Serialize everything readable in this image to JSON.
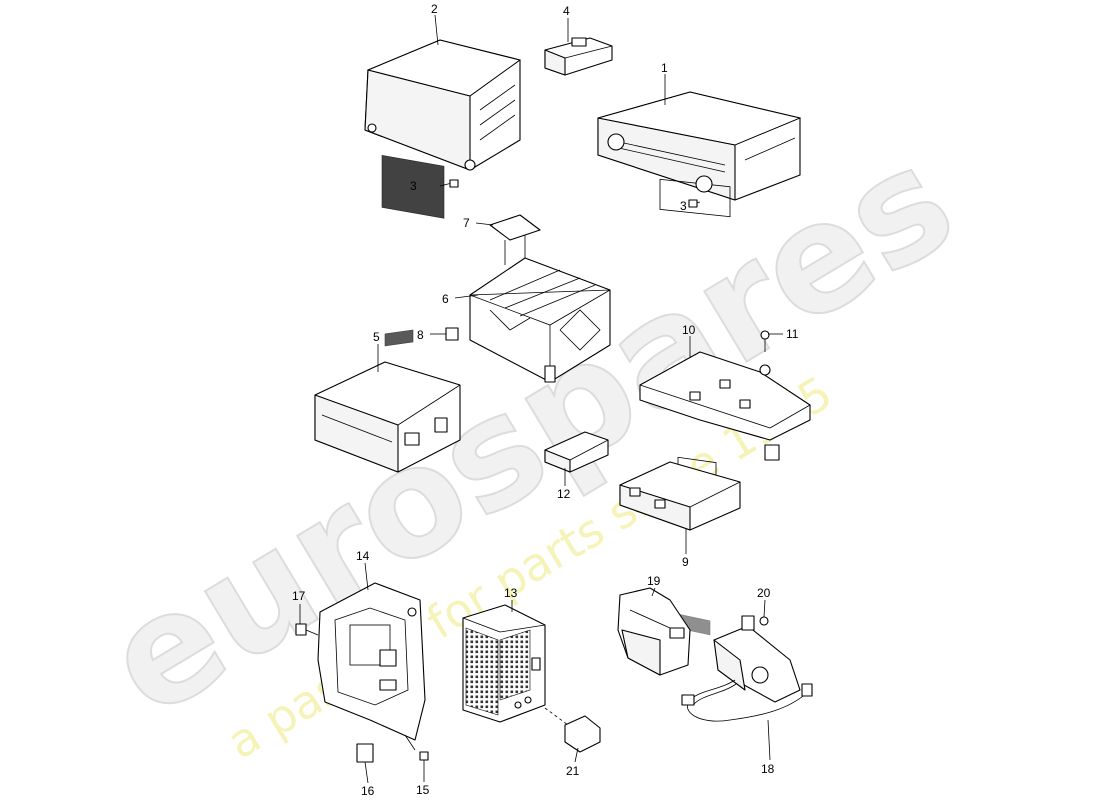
{
  "watermark": {
    "brand": "eurospares",
    "tagline": "a passion for parts since 1985"
  },
  "callouts": [
    {
      "id": "1",
      "label": "1"
    },
    {
      "id": "2",
      "label": "2"
    },
    {
      "id": "3a",
      "label": "3"
    },
    {
      "id": "3b",
      "label": "3"
    },
    {
      "id": "4",
      "label": "4"
    },
    {
      "id": "5",
      "label": "5"
    },
    {
      "id": "6",
      "label": "6"
    },
    {
      "id": "7",
      "label": "7"
    },
    {
      "id": "8",
      "label": "8"
    },
    {
      "id": "9",
      "label": "9"
    },
    {
      "id": "10",
      "label": "10"
    },
    {
      "id": "11",
      "label": "11"
    },
    {
      "id": "12",
      "label": "12"
    },
    {
      "id": "13",
      "label": "13"
    },
    {
      "id": "14",
      "label": "14"
    },
    {
      "id": "15",
      "label": "15"
    },
    {
      "id": "16",
      "label": "16"
    },
    {
      "id": "17",
      "label": "17"
    },
    {
      "id": "18",
      "label": "18"
    },
    {
      "id": "19",
      "label": "19"
    },
    {
      "id": "20",
      "label": "20"
    },
    {
      "id": "21",
      "label": "21"
    }
  ]
}
